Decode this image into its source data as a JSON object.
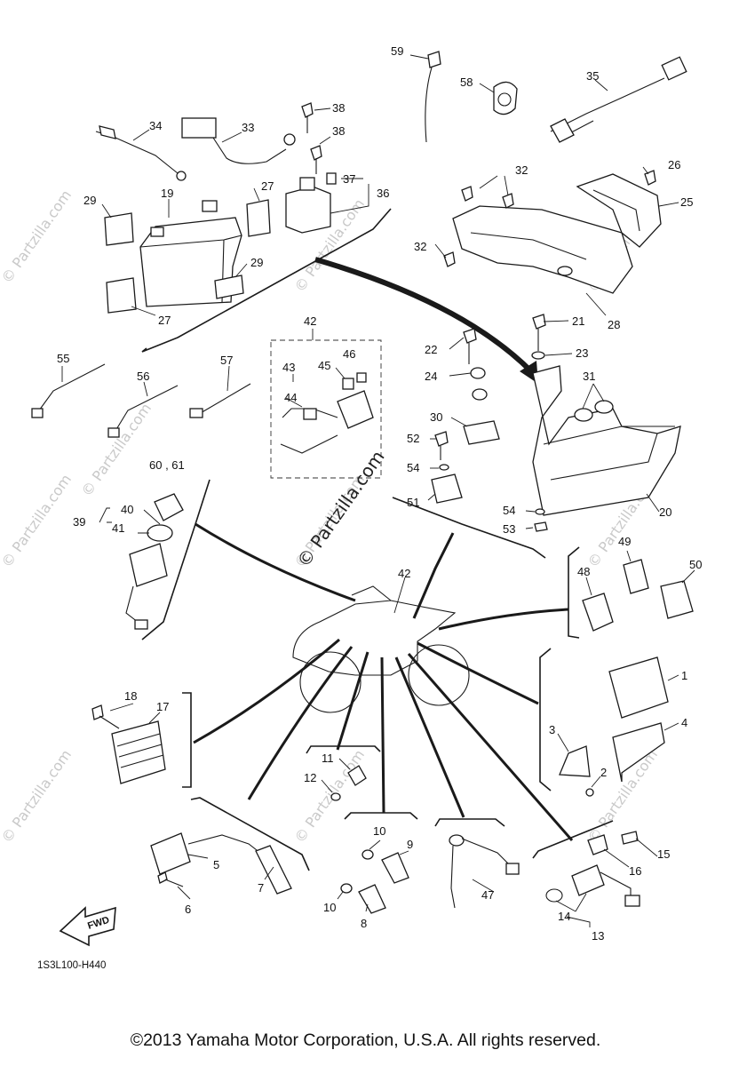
{
  "callouts": [
    {
      "id": "c59",
      "text": "59"
    },
    {
      "id": "c58",
      "text": "58"
    },
    {
      "id": "c35",
      "text": "35"
    },
    {
      "id": "c34",
      "text": "34"
    },
    {
      "id": "c33",
      "text": "33"
    },
    {
      "id": "c38a",
      "text": "38"
    },
    {
      "id": "c38b",
      "text": "38"
    },
    {
      "id": "c37",
      "text": "37"
    },
    {
      "id": "c36",
      "text": "36"
    },
    {
      "id": "c19",
      "text": "19"
    },
    {
      "id": "c27a",
      "text": "27"
    },
    {
      "id": "c29a",
      "text": "29"
    },
    {
      "id": "c29b",
      "text": "29"
    },
    {
      "id": "c27b",
      "text": "27"
    },
    {
      "id": "c32a",
      "text": "32"
    },
    {
      "id": "c32b",
      "text": "32"
    },
    {
      "id": "c26",
      "text": "26"
    },
    {
      "id": "c25",
      "text": "25"
    },
    {
      "id": "c28",
      "text": "28"
    },
    {
      "id": "c21",
      "text": "21"
    },
    {
      "id": "c22",
      "text": "22"
    },
    {
      "id": "c23",
      "text": "23"
    },
    {
      "id": "c24",
      "text": "24"
    },
    {
      "id": "c31",
      "text": "31"
    },
    {
      "id": "c30",
      "text": "30"
    },
    {
      "id": "c52",
      "text": "52"
    },
    {
      "id": "c54a",
      "text": "54"
    },
    {
      "id": "c51",
      "text": "51"
    },
    {
      "id": "c54b",
      "text": "54"
    },
    {
      "id": "c53",
      "text": "53"
    },
    {
      "id": "c20",
      "text": "20"
    },
    {
      "id": "c42a",
      "text": "42"
    },
    {
      "id": "c43",
      "text": "43"
    },
    {
      "id": "c45",
      "text": "45"
    },
    {
      "id": "c46",
      "text": "46"
    },
    {
      "id": "c44",
      "text": "44"
    },
    {
      "id": "c55",
      "text": "55"
    },
    {
      "id": "c56",
      "text": "56"
    },
    {
      "id": "c57",
      "text": "57"
    },
    {
      "id": "c6061",
      "text": "60 , 61"
    },
    {
      "id": "c40",
      "text": "40"
    },
    {
      "id": "c39",
      "text": "39"
    },
    {
      "id": "c41",
      "text": "41"
    },
    {
      "id": "c42b",
      "text": "42"
    },
    {
      "id": "c49",
      "text": "49"
    },
    {
      "id": "c48",
      "text": "48"
    },
    {
      "id": "c50",
      "text": "50"
    },
    {
      "id": "c1",
      "text": "1"
    },
    {
      "id": "c4",
      "text": "4"
    },
    {
      "id": "c3",
      "text": "3"
    },
    {
      "id": "c2",
      "text": "2"
    },
    {
      "id": "c18",
      "text": "18"
    },
    {
      "id": "c17",
      "text": "17"
    },
    {
      "id": "c11",
      "text": "11"
    },
    {
      "id": "c12",
      "text": "12"
    },
    {
      "id": "c10a",
      "text": "10"
    },
    {
      "id": "c9",
      "text": "9"
    },
    {
      "id": "c10b",
      "text": "10"
    },
    {
      "id": "c8",
      "text": "8"
    },
    {
      "id": "c47",
      "text": "47"
    },
    {
      "id": "c15",
      "text": "15"
    },
    {
      "id": "c16",
      "text": "16"
    },
    {
      "id": "c14",
      "text": "14"
    },
    {
      "id": "c13",
      "text": "13"
    },
    {
      "id": "c5",
      "text": "5"
    },
    {
      "id": "c7",
      "text": "7"
    },
    {
      "id": "c6",
      "text": "6"
    }
  ],
  "fwd_label": "FWD",
  "diagram_code": "1S3L100-H440",
  "watermark_center": "© Partzilla.com",
  "watermark_small": "© Partzilla.com",
  "copyright": "©2013  Yamaha Motor Corporation, U.S.A. All rights reserved."
}
